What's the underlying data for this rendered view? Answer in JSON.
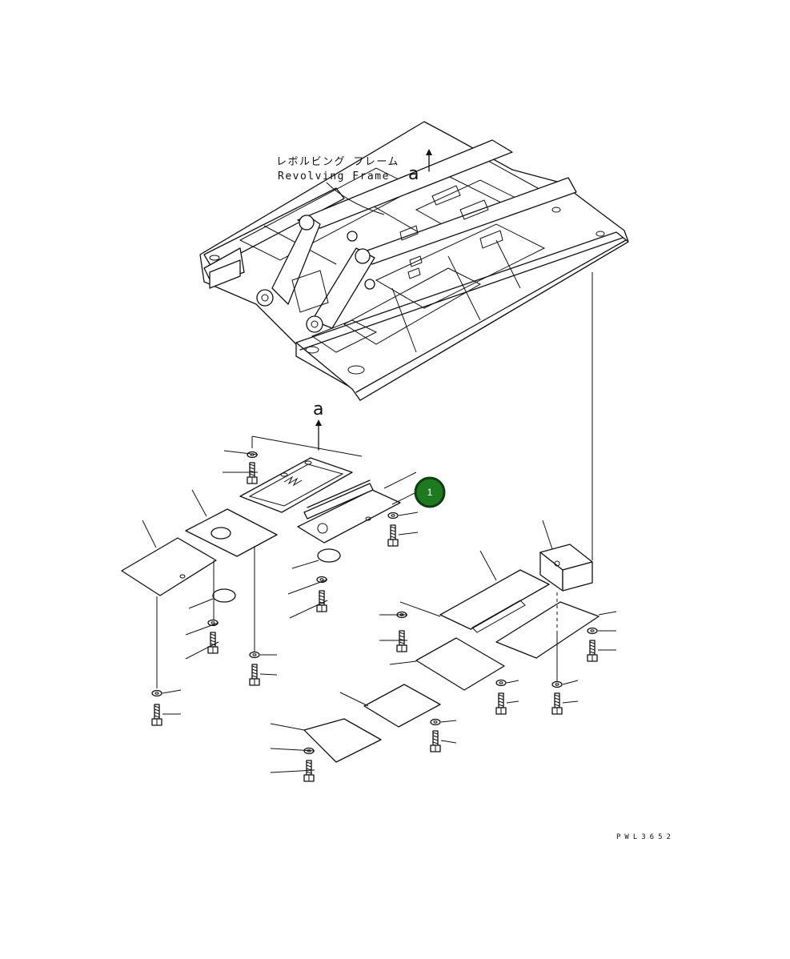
{
  "frame_label_jp": "レボルビング フレーム",
  "frame_label_en": "Revolving Frame",
  "arrow_label_top": "a",
  "arrow_label_bottom": "a",
  "callout": {
    "number": "1",
    "color": "#1e7a1e"
  },
  "drawing_code": "PWL3652"
}
